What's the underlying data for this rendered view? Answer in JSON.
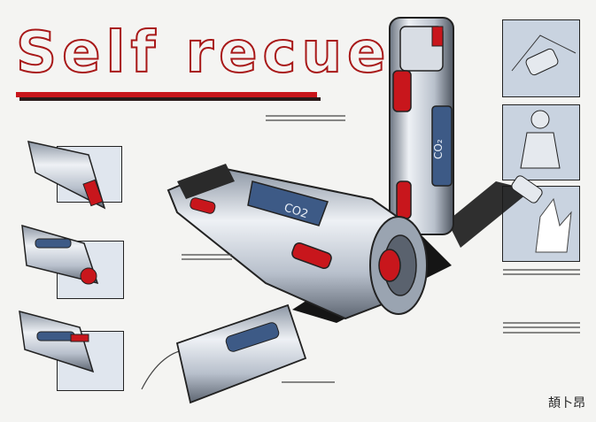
{
  "title": "Self recuer",
  "signature": "頡卜昂",
  "colors": {
    "accent": "#c8161c",
    "body": "#c7ced8",
    "shadow": "#1a1a1a",
    "panel_blue": "#b9c7d8"
  },
  "main_label": "CO2",
  "scribble": "~~~~~~~~~"
}
